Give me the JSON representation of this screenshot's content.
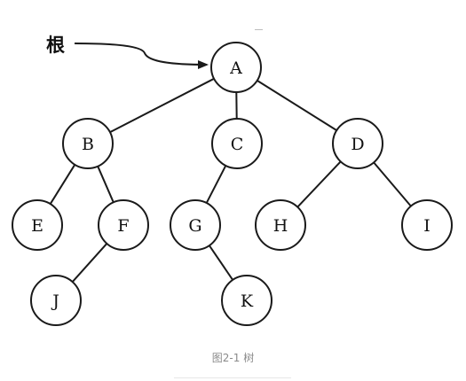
{
  "diagram": {
    "root_annotation": "根",
    "caption": "图2-1 树",
    "nodes": [
      {
        "id": "A",
        "label": "A"
      },
      {
        "id": "B",
        "label": "B"
      },
      {
        "id": "C",
        "label": "C"
      },
      {
        "id": "D",
        "label": "D"
      },
      {
        "id": "E",
        "label": "E"
      },
      {
        "id": "F",
        "label": "F"
      },
      {
        "id": "G",
        "label": "G"
      },
      {
        "id": "H",
        "label": "H"
      },
      {
        "id": "I",
        "label": "I"
      },
      {
        "id": "J",
        "label": "J"
      },
      {
        "id": "K",
        "label": "K"
      }
    ],
    "edges": [
      [
        "A",
        "B"
      ],
      [
        "A",
        "C"
      ],
      [
        "A",
        "D"
      ],
      [
        "B",
        "E"
      ],
      [
        "B",
        "F"
      ],
      [
        "C",
        "G"
      ],
      [
        "D",
        "H"
      ],
      [
        "D",
        "I"
      ],
      [
        "F",
        "J"
      ],
      [
        "G",
        "K"
      ]
    ],
    "colors": {
      "stroke": "#1a1a1a",
      "caption": "#8a8a8a"
    }
  }
}
